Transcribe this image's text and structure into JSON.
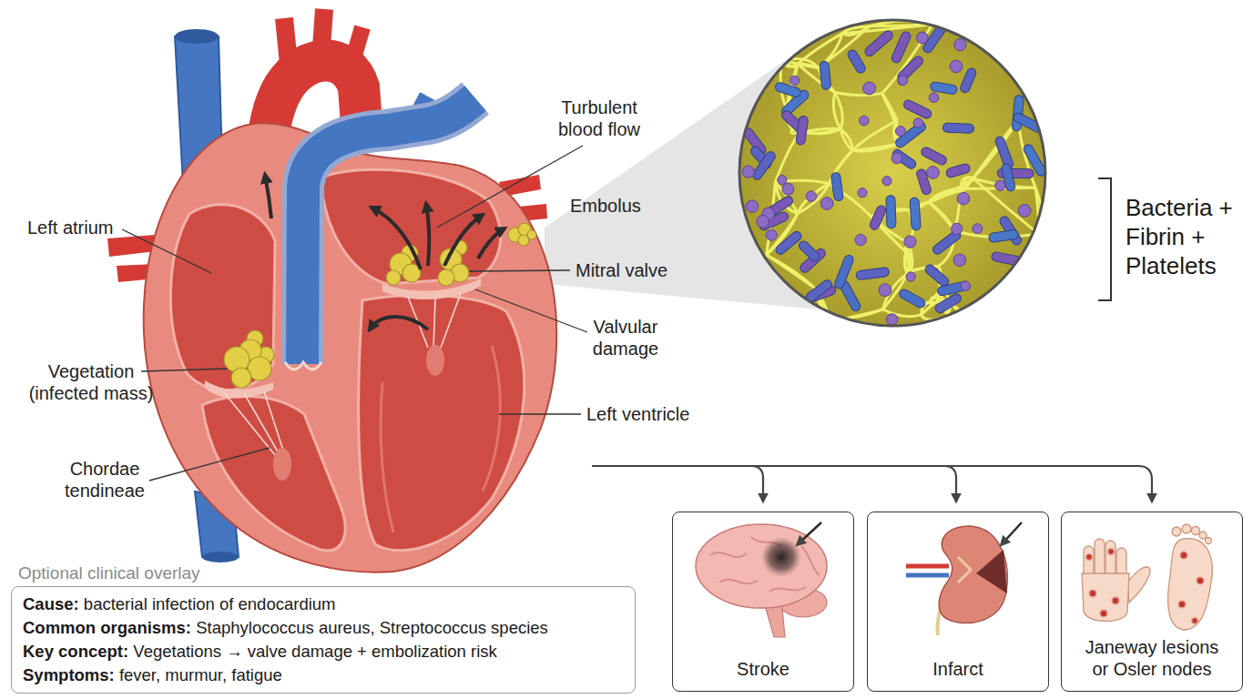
{
  "diagram": {
    "nodes": [
      {
        "text": [
          "Optional clinical overlay",
          "Cause: bacterial infection of endocardium",
          "Common organisms: Staphylococcus aureus, Streptococcus species",
          "Key concept: Vegetations → valve damage + embolization risk",
          "Symptoms: fever, murmur, fatigue"
        ]
      },
      {
        "text": [
          "Stroke"
        ]
      },
      {
        "text": [
          "Infarct"
        ]
      },
      {
        "text": [
          "Janeway lesions or Osler nodes"
        ]
      }
    ],
    "labels": [
      "Turbulent blood flow",
      "Embolus",
      "Left atrium",
      "Bacteria + Fibrin + Platelets",
      "Mitral valve",
      "Valvular damage",
      "Vegetation (infected mass)",
      "Left ventricle",
      "Chordae tendineae"
    ]
  }
}
